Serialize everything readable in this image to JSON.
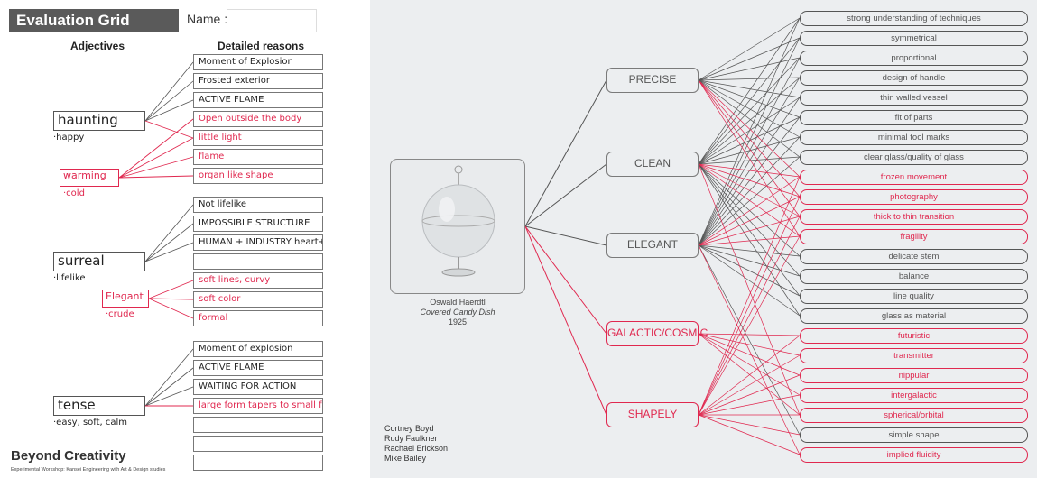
{
  "left_panel": {
    "title": "Evaluation Grid Method",
    "name_label": "Name :",
    "col_adjectives": "Adjectives",
    "col_reasons": "Detailed reasons",
    "footer_brand": "Beyond Creativity",
    "footer_sub": "Experimental Workshop: Kansei Engineering with Art & Design studies",
    "groups": [
      {
        "adjective": "haunting",
        "opposite": "·happy",
        "red_adjective": "warming",
        "red_opposite": "·cold",
        "reasons": [
          {
            "text": "Moment of Explosion",
            "red": false
          },
          {
            "text": "Frosted exterior",
            "red": false
          },
          {
            "text": "ACTIVE FLAME",
            "red": false
          },
          {
            "text": "Open outside the body",
            "red": true
          },
          {
            "text": "little light",
            "red": true
          },
          {
            "text": "flame",
            "red": true
          },
          {
            "text": "organ like shape",
            "red": true
          }
        ]
      },
      {
        "adjective": "surreal",
        "opposite": "·lifelike",
        "red_adjective": "Elegant",
        "red_opposite": "·crude",
        "reasons": [
          {
            "text": "Not lifelike",
            "red": false
          },
          {
            "text": "IMPOSSIBLE STRUCTURE",
            "red": false
          },
          {
            "text": "HUMAN + INDUSTRY heart+flame",
            "red": false
          },
          {
            "text": "",
            "red": false
          },
          {
            "text": "soft lines, curvy",
            "red": true
          },
          {
            "text": "soft color",
            "red": true
          },
          {
            "text": "formal",
            "red": true
          }
        ]
      },
      {
        "adjective": "tense",
        "opposite": "·easy, soft, calm",
        "reasons": [
          {
            "text": "Moment of explosion",
            "red": false
          },
          {
            "text": "ACTIVE FLAME",
            "red": false
          },
          {
            "text": "WAITING FOR ACTION",
            "red": false
          },
          {
            "text": "large form tapers to small form",
            "red": true
          },
          {
            "text": "",
            "red": false
          },
          {
            "text": "",
            "red": false
          },
          {
            "text": "",
            "red": false
          }
        ]
      }
    ]
  },
  "right_panel": {
    "image_caption": {
      "name": "Oswald Haerdtl",
      "title": "Covered Candy Dish",
      "year": "1925"
    },
    "credits": [
      "Cortney Boyd",
      "Rudy Faulkner",
      "Rachael Erickson",
      "Mike Bailey"
    ],
    "categories": [
      {
        "label": "PRECISE",
        "red": false
      },
      {
        "label": "CLEAN",
        "red": false
      },
      {
        "label": "ELEGANT",
        "red": false
      },
      {
        "label": "GALACTIC/COSMIC",
        "red": true
      },
      {
        "label": "SHAPELY",
        "red": true
      }
    ],
    "attributes": [
      {
        "label": "strong understanding of techniques",
        "red": false
      },
      {
        "label": "symmetrical",
        "red": false
      },
      {
        "label": "proportional",
        "red": false
      },
      {
        "label": "design of handle",
        "red": false
      },
      {
        "label": "thin walled vessel",
        "red": false
      },
      {
        "label": "fit of parts",
        "red": false
      },
      {
        "label": "minimal tool marks",
        "red": false
      },
      {
        "label": "clear glass/quality of glass",
        "red": false
      },
      {
        "label": "frozen movement",
        "red": true
      },
      {
        "label": "photography",
        "red": true
      },
      {
        "label": "thick to thin transition",
        "red": true
      },
      {
        "label": "fragility",
        "red": true
      },
      {
        "label": "delicate stem",
        "red": false
      },
      {
        "label": "balance",
        "red": false
      },
      {
        "label": "line quality",
        "red": false
      },
      {
        "label": "glass as material",
        "red": false
      },
      {
        "label": "futuristic",
        "red": true
      },
      {
        "label": "transmitter",
        "red": true
      },
      {
        "label": "nippular",
        "red": true
      },
      {
        "label": "intergalactic",
        "red": true
      },
      {
        "label": "spherical/orbital",
        "red": true
      },
      {
        "label": "simple shape",
        "red": false
      },
      {
        "label": "implied fluidity",
        "red": true
      }
    ],
    "colors": {
      "gray": "#555555",
      "red": "#e0284f"
    }
  }
}
